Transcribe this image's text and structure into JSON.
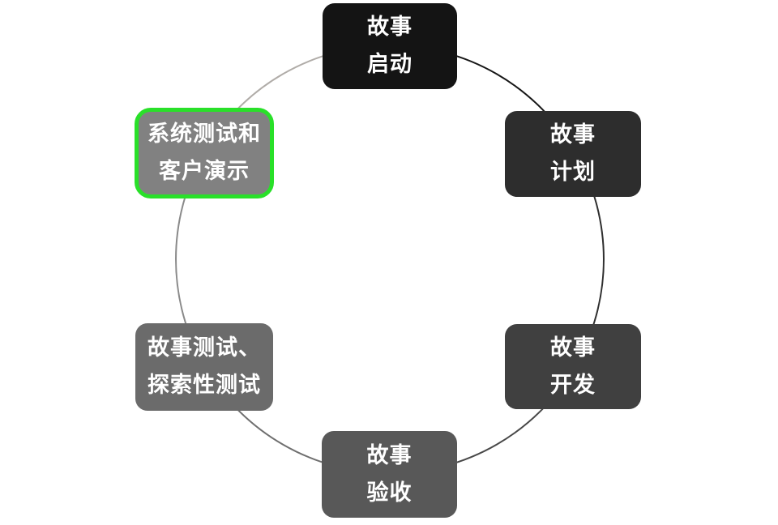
{
  "diagram": {
    "type": "cycle",
    "background": "#ffffff",
    "nodes": [
      {
        "id": "story-kickoff",
        "lines": [
          "故事",
          "启动"
        ],
        "fill": "#141414",
        "text_color": "#ffffff"
      },
      {
        "id": "story-planning",
        "lines": [
          "故事",
          "计划"
        ],
        "fill": "#2d2d2d",
        "text_color": "#ffffff"
      },
      {
        "id": "story-development",
        "lines": [
          "故事",
          "开发"
        ],
        "fill": "#404040",
        "text_color": "#ffffff"
      },
      {
        "id": "story-acceptance",
        "lines": [
          "故事",
          "验收"
        ],
        "fill": "#585858",
        "text_color": "#ffffff"
      },
      {
        "id": "story-testing",
        "lines": [
          "故事测试、",
          "探索性测试"
        ],
        "fill": "#6b6b6b",
        "text_color": "#ffffff"
      },
      {
        "id": "system-test-demo",
        "lines": [
          "系统测试和",
          "客户演示"
        ],
        "fill": "#818181",
        "text_color": "#ffffff",
        "highlight_border": "#29e029"
      }
    ],
    "arcs": [
      {
        "from": "story-kickoff",
        "to": "story-planning",
        "color": "#161616"
      },
      {
        "from": "story-planning",
        "to": "story-development",
        "color": "#2f2f2f"
      },
      {
        "from": "story-development",
        "to": "story-acceptance",
        "color": "#484848"
      },
      {
        "from": "story-acceptance",
        "to": "story-testing",
        "color": "#6f6f6f"
      },
      {
        "from": "story-testing",
        "to": "system-test-demo",
        "color": "#8a8a8a"
      },
      {
        "from": "system-test-demo",
        "to": "story-kickoff",
        "color": "#b0aca8"
      }
    ]
  }
}
